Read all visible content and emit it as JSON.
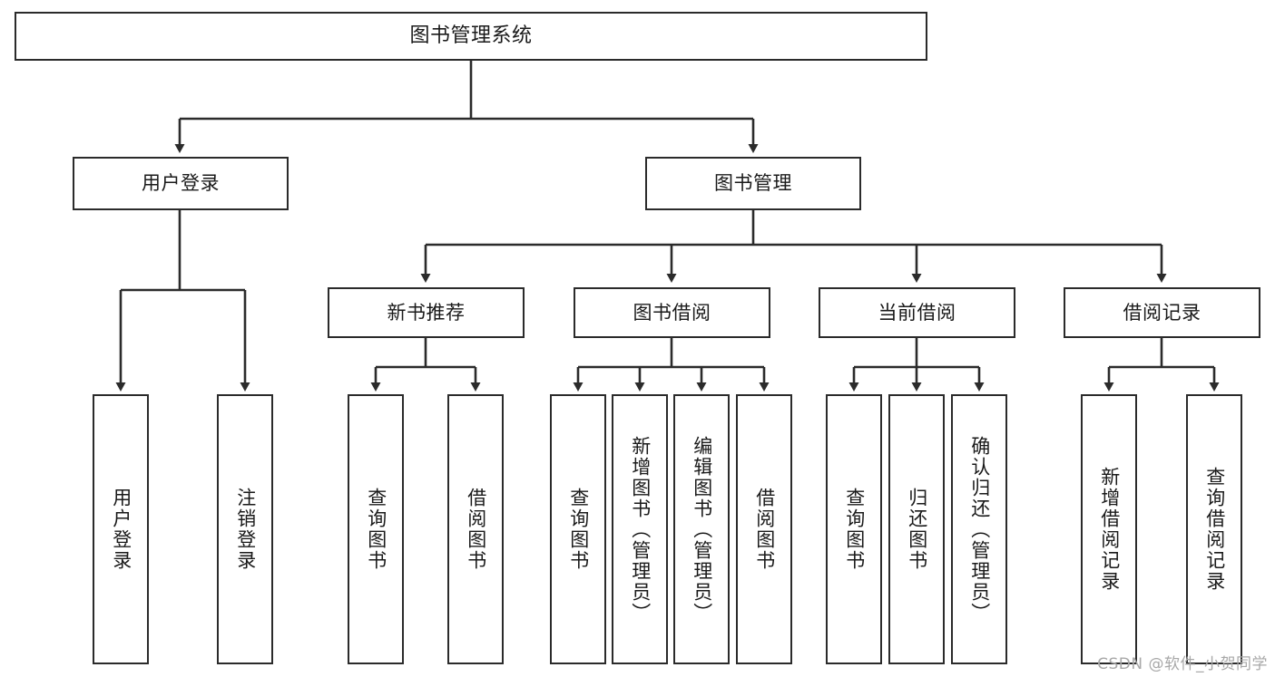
{
  "diagram": {
    "type": "hierarchy-tree",
    "title": "图书管理系统",
    "watermark": "CSDN @软件_小贺同学",
    "colors": {
      "stroke": "#2b2b2b",
      "fill": "#ffffff",
      "text": "#1a1a1a",
      "watermark": "#a8a8a8"
    },
    "levels": {
      "level1": "系统",
      "level2": "模块",
      "level3": "子模块",
      "level4": "功能"
    },
    "nodes": {
      "root": {
        "label": "图书管理系统"
      },
      "tier2": [
        {
          "label": "用户登录"
        },
        {
          "label": "图书管理"
        }
      ],
      "tier3": [
        {
          "label": "新书推荐"
        },
        {
          "label": "图书借阅"
        },
        {
          "label": "当前借阅"
        },
        {
          "label": "借阅记录"
        }
      ],
      "leaves_user_login": [
        {
          "label": "用户登录"
        },
        {
          "label": "注销登录"
        }
      ],
      "leaves_new_book": [
        {
          "label": "查询图书"
        },
        {
          "label": "借阅图书"
        }
      ],
      "leaves_borrow": [
        {
          "label": "查询图书"
        },
        {
          "label": "新增图书（管理员）"
        },
        {
          "label": "编辑图书（管理员）"
        },
        {
          "label": "借阅图书"
        }
      ],
      "leaves_current": [
        {
          "label": "查询图书"
        },
        {
          "label": "归还图书"
        },
        {
          "label": "确认归还（管理员）"
        }
      ],
      "leaves_records": [
        {
          "label": "新增借阅记录"
        },
        {
          "label": "查询借阅记录"
        }
      ]
    }
  }
}
